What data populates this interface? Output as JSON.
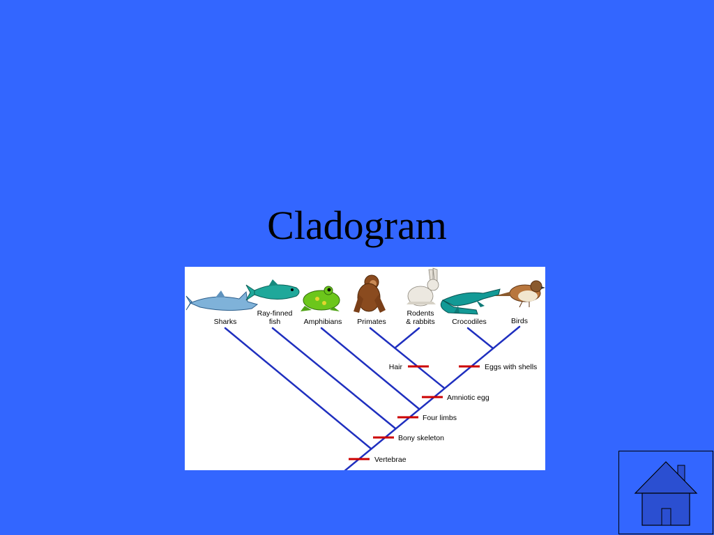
{
  "slide": {
    "title": "Cladogram",
    "background_color": "#3366ff"
  },
  "cladogram": {
    "taxa": [
      {
        "line1": "Sharks",
        "line2": "",
        "icon": "shark-icon"
      },
      {
        "line1": "Ray-finned",
        "line2": "fish",
        "icon": "fish-icon"
      },
      {
        "line1": "Amphibians",
        "line2": "",
        "icon": "frog-icon"
      },
      {
        "line1": "Primates",
        "line2": "",
        "icon": "ape-icon"
      },
      {
        "line1": "Rodents",
        "line2": "& rabbits",
        "icon": "rabbit-icon"
      },
      {
        "line1": "Crocodiles",
        "line2": "",
        "icon": "crocodile-icon"
      },
      {
        "line1": "Birds",
        "line2": "",
        "icon": "bird-icon"
      }
    ],
    "traits": [
      {
        "label": "Hair"
      },
      {
        "label": "Eggs with shells"
      },
      {
        "label": "Amniotic egg"
      },
      {
        "label": "Four limbs"
      },
      {
        "label": "Bony skeleton"
      },
      {
        "label": "Vertebrae"
      }
    ],
    "branch_color": "#1f2fbf",
    "trait_marker_color": "#cc0000"
  },
  "navigation": {
    "home_icon": "home-icon"
  }
}
